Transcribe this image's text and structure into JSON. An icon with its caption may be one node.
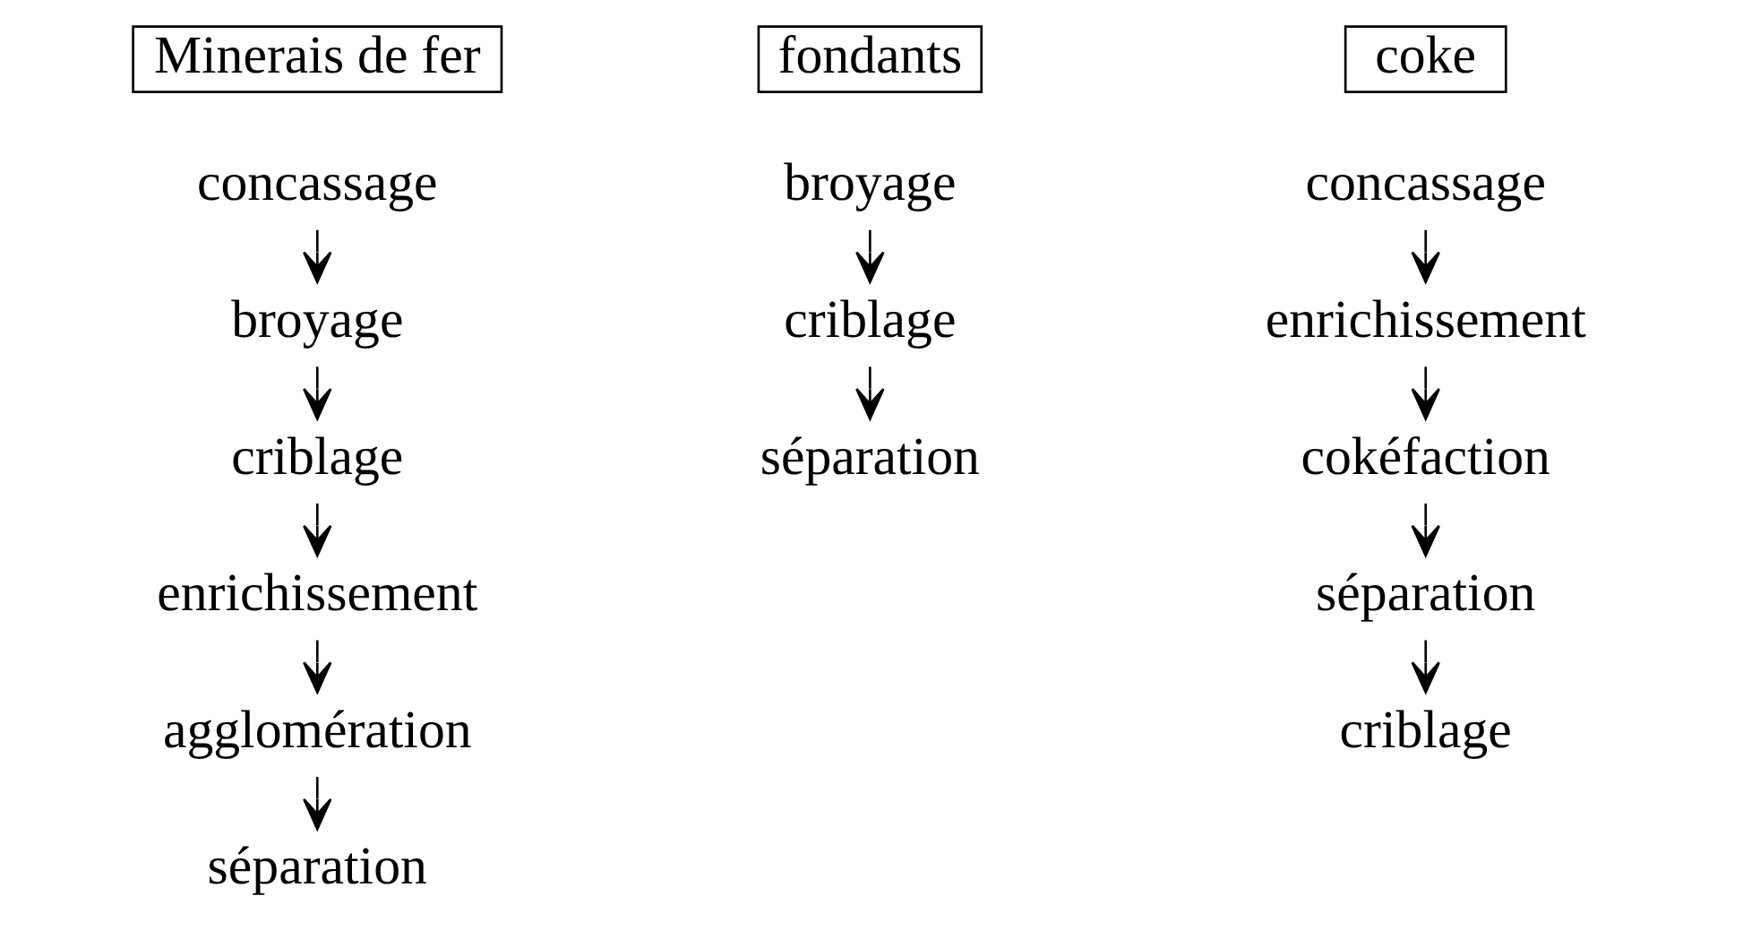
{
  "diagram": {
    "nodes": [
      {
        "text": [
          "Minerais de fer"
        ]
      },
      {
        "text": [
          "concassage"
        ]
      },
      {
        "text": [
          "broyage"
        ]
      },
      {
        "text": [
          "criblage"
        ]
      },
      {
        "text": [
          "enrichissement"
        ]
      },
      {
        "text": [
          "agglomération"
        ]
      },
      {
        "text": [
          "séparation"
        ]
      },
      {
        "text": [
          "fondants"
        ]
      },
      {
        "text": [
          "broyage"
        ]
      },
      {
        "text": [
          "criblage"
        ]
      },
      {
        "text": [
          "séparation"
        ]
      },
      {
        "text": [
          "coke"
        ]
      },
      {
        "text": [
          "concassage"
        ]
      },
      {
        "text": [
          "enrichissement"
        ]
      },
      {
        "text": [
          "cokéfaction"
        ]
      },
      {
        "text": [
          "séparation"
        ]
      },
      {
        "text": [
          "criblage"
        ]
      }
    ],
    "edges": [
      {
        "from": 1,
        "to": 2,
        "arrow": "to"
      },
      {
        "from": 2,
        "to": 3,
        "arrow": "to"
      },
      {
        "from": 3,
        "to": 4,
        "arrow": "to"
      },
      {
        "from": 4,
        "to": 5,
        "arrow": "to"
      },
      {
        "from": 5,
        "to": 6,
        "arrow": "to"
      },
      {
        "from": 8,
        "to": 9,
        "arrow": "to"
      },
      {
        "from": 9,
        "to": 10,
        "arrow": "to"
      },
      {
        "from": 12,
        "to": 13,
        "arrow": "to"
      },
      {
        "from": 13,
        "to": 14,
        "arrow": "to"
      },
      {
        "from": 14,
        "to": 15,
        "arrow": "to"
      },
      {
        "from": 15,
        "to": 16,
        "arrow": "to"
      }
    ]
  }
}
